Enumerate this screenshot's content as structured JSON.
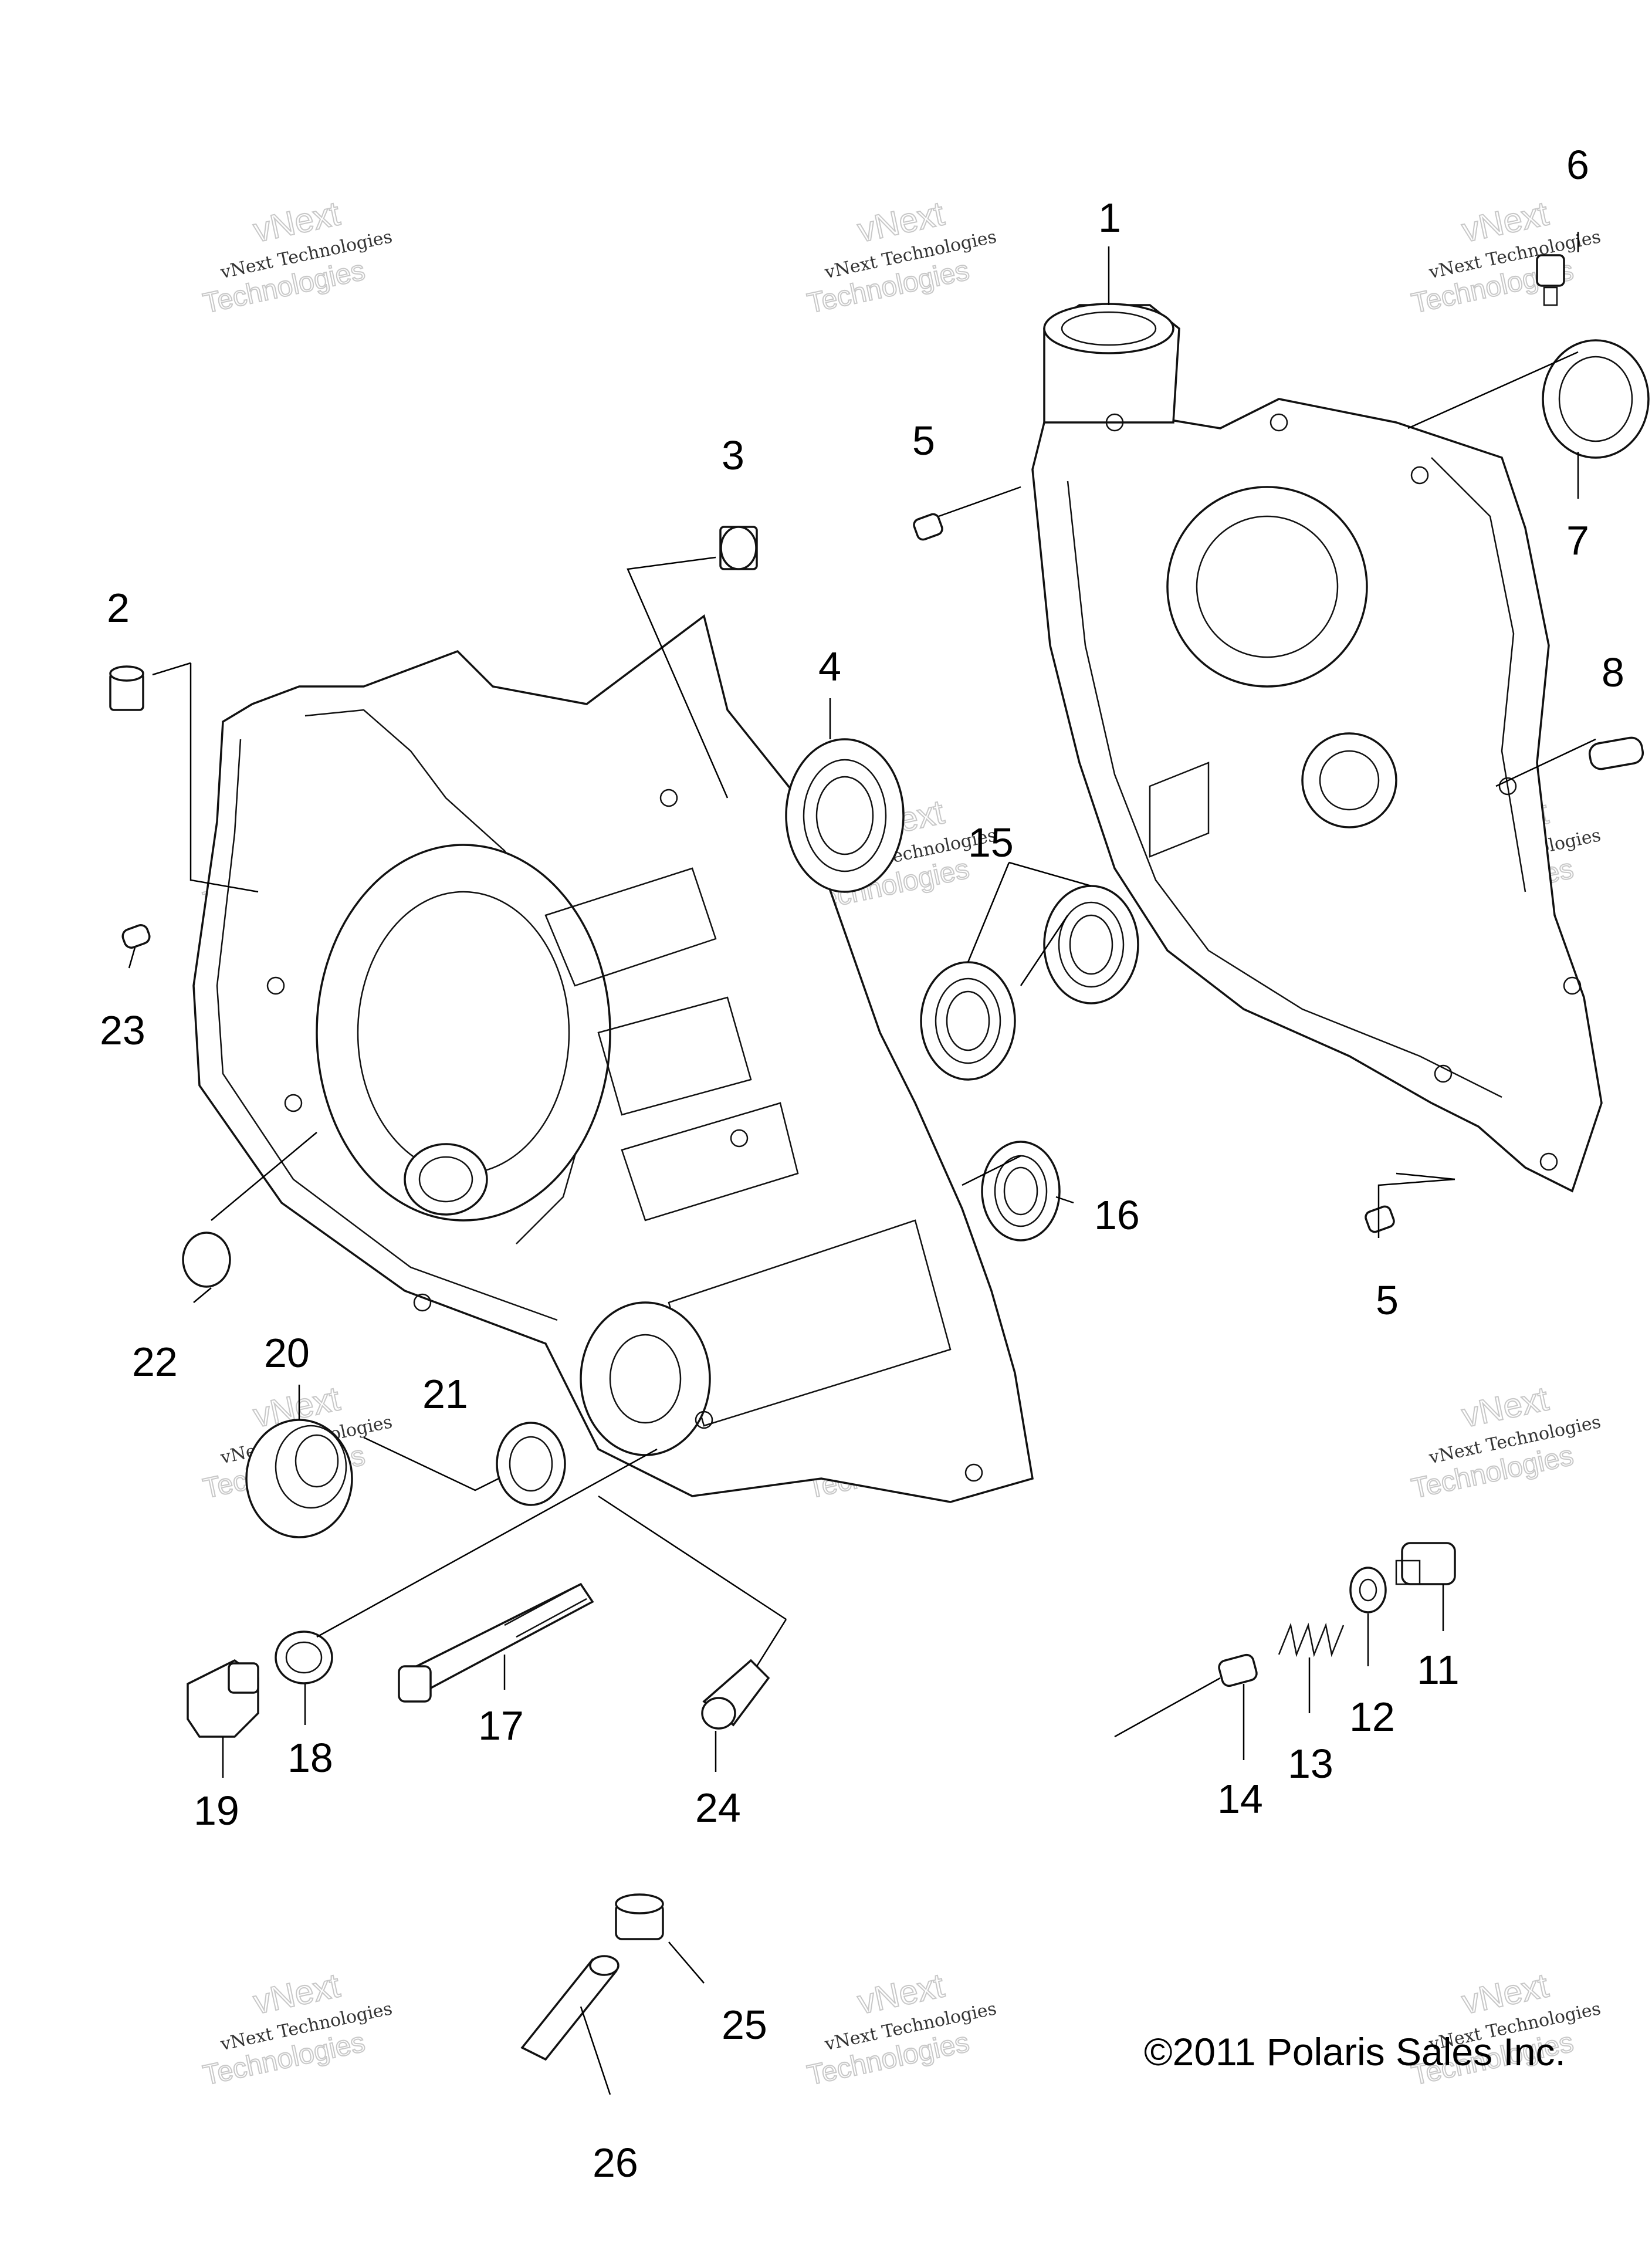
{
  "copyright": "©2011  Polaris Sales Inc.",
  "watermark": {
    "brand_top": "vNext",
    "brand_mid": "vNext Technologies",
    "brand_bottom": "Technologies"
  },
  "callouts": [
    {
      "id": "1",
      "label": "1"
    },
    {
      "id": "2",
      "label": "2"
    },
    {
      "id": "3",
      "label": "3"
    },
    {
      "id": "4",
      "label": "4"
    },
    {
      "id": "5a",
      "label": "5"
    },
    {
      "id": "5b",
      "label": "5"
    },
    {
      "id": "6",
      "label": "6"
    },
    {
      "id": "7",
      "label": "7"
    },
    {
      "id": "8",
      "label": "8"
    },
    {
      "id": "11",
      "label": "11"
    },
    {
      "id": "12",
      "label": "12"
    },
    {
      "id": "13",
      "label": "13"
    },
    {
      "id": "14",
      "label": "14"
    },
    {
      "id": "15",
      "label": "15"
    },
    {
      "id": "16",
      "label": "16"
    },
    {
      "id": "17",
      "label": "17"
    },
    {
      "id": "18",
      "label": "18"
    },
    {
      "id": "19",
      "label": "19"
    },
    {
      "id": "20",
      "label": "20"
    },
    {
      "id": "21",
      "label": "21"
    },
    {
      "id": "22",
      "label": "22"
    },
    {
      "id": "23",
      "label": "23"
    },
    {
      "id": "24",
      "label": "24"
    },
    {
      "id": "25",
      "label": "25"
    },
    {
      "id": "26",
      "label": "26"
    }
  ]
}
